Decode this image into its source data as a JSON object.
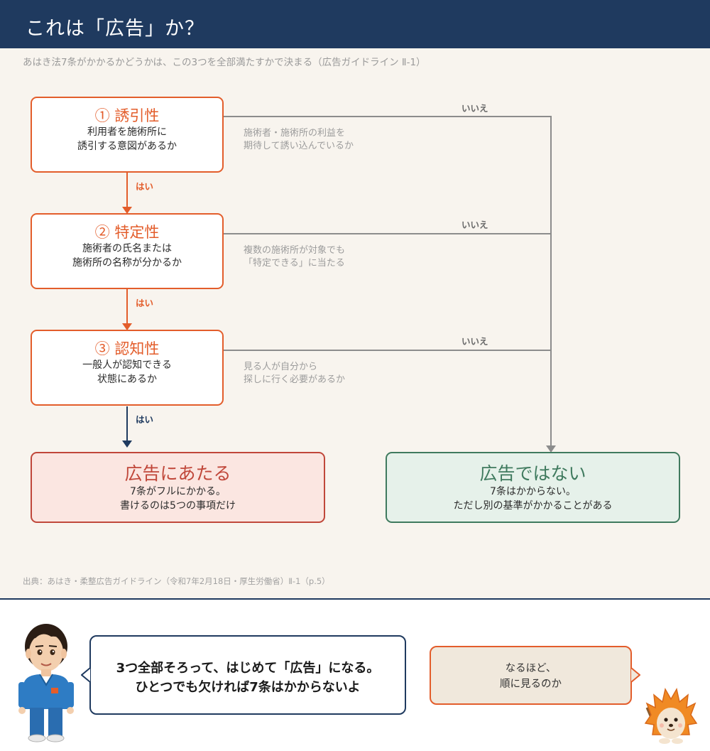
{
  "header": {
    "title": "これは「広告」か？"
  },
  "subtitle": "あはき法7条がかかるかどうかは、この3つを全部満たすかで決まる（広告ガイドライン Ⅱ-1）",
  "questions": [
    {
      "title": "① 誘引性",
      "text": "利用者を施術所に\n誘引する意図があるか",
      "note": "施術者・施術所の利益を\n期待して誘い込んでいるか",
      "no_label": "いいえ",
      "yes_label": "はい"
    },
    {
      "title": "② 特定性",
      "text": "施術者の氏名または\n施術所の名称が分かるか",
      "note": "複数の施術所が対象でも\n「特定できる」に当たる",
      "no_label": "いいえ",
      "yes_label": "はい"
    },
    {
      "title": "③ 認知性",
      "text": "一般人が認知できる\n状態にあるか",
      "note": "見る人が自分から\n探しに行く必要があるか",
      "no_label": "いいえ",
      "yes_label": "はい"
    }
  ],
  "results": {
    "ad": {
      "title": "広告にあたる",
      "text": "7条がフルにかかる。\n書けるのは5つの事項だけ"
    },
    "not_ad": {
      "title": "広告ではない",
      "text": "7条はかからない。\nただし別の基準がかかることがある"
    }
  },
  "source": "出典：あはき・柔整広告ガイドライン（令和7年2月18日・厚生労働省）Ⅱ-1（p.5）",
  "dialogue": {
    "practitioner": "3つ全部そろって、はじめて「広告」になる。\nひとつでも欠ければ7条はかからないよ",
    "hedgehog": "なるほど、\n順に見るのか"
  },
  "colors": {
    "navy": "#1f3a5f",
    "orange": "#e35d2b",
    "ad_red": "#c0473a",
    "not_ad_green": "#3f7a5e",
    "line_gray": "#8c8c8c"
  }
}
